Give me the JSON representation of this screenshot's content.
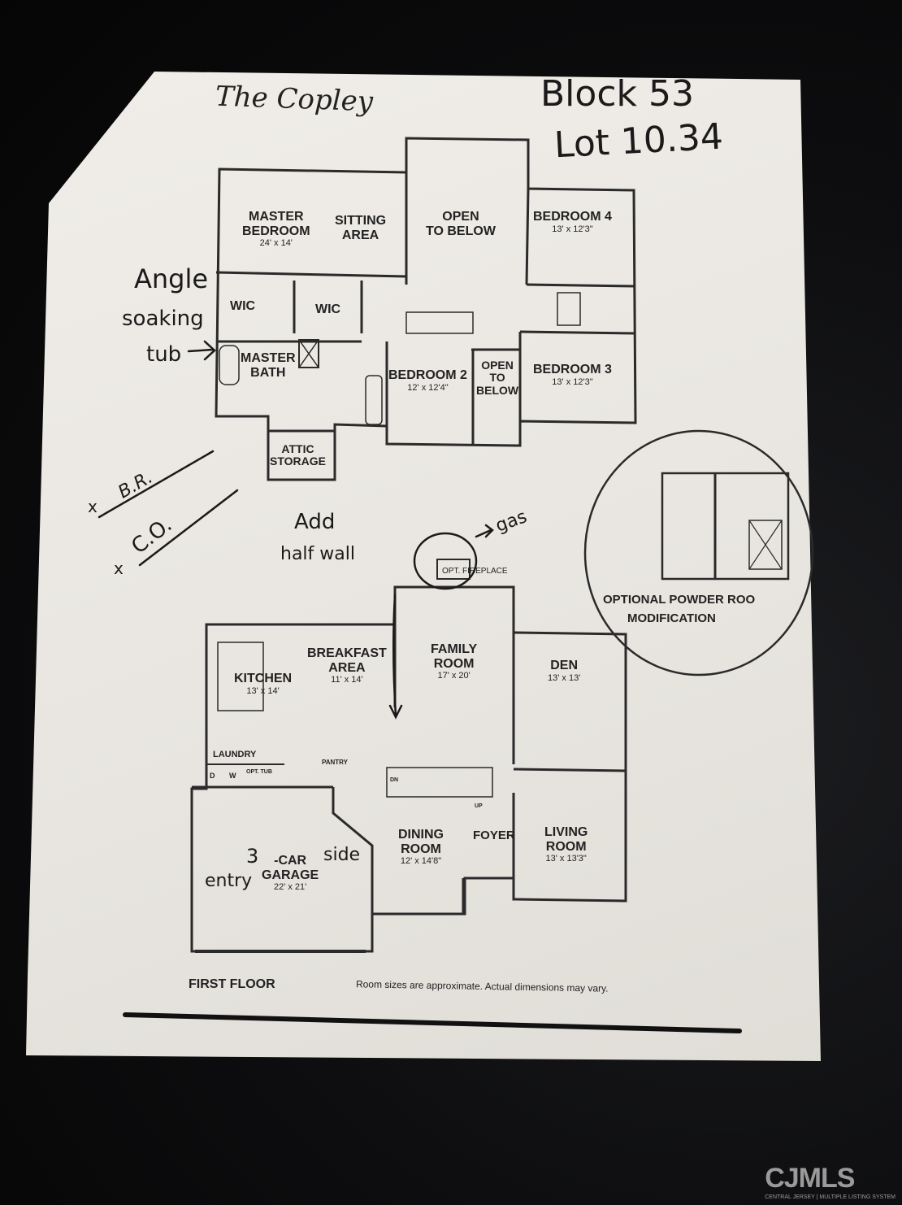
{
  "title": "The Copley",
  "handwritten": {
    "block": "Block 53",
    "lot": "Lot 10.34",
    "angle": "Angle",
    "soaking": "soaking",
    "tub": "tub",
    "br": "B.R.",
    "co": "C.O.",
    "x1": "x",
    "x2": "x",
    "add": "Add",
    "half_wall": "half wall",
    "gas": "gas",
    "three": "3",
    "side": "side",
    "entry": "entry"
  },
  "second_floor": {
    "rooms": [
      {
        "name": "MASTER\nBEDROOM",
        "dim": "24' x 14'"
      },
      {
        "name": "SITTING\nAREA",
        "dim": ""
      },
      {
        "name": "OPEN\nTO BELOW",
        "dim": ""
      },
      {
        "name": "BEDROOM 4",
        "dim": "13' x 12'3\""
      },
      {
        "name": "WIC",
        "dim": ""
      },
      {
        "name": "WIC",
        "dim": ""
      },
      {
        "name": "MASTER\nBATH",
        "dim": ""
      },
      {
        "name": "BEDROOM 2",
        "dim": "12' x 12'4\""
      },
      {
        "name": "OPEN\nTO\nBELOW",
        "dim": ""
      },
      {
        "name": "BEDROOM 3",
        "dim": "13' x 12'3\""
      },
      {
        "name": "ATTIC\nSTORAGE",
        "dim": ""
      }
    ]
  },
  "powder_room": {
    "label_1": "OPTIONAL POWDER ROO",
    "label_2": "MODIFICATION"
  },
  "first_floor": {
    "rooms": [
      {
        "name": "KITCHEN",
        "dim": "13' x 14'"
      },
      {
        "name": "BREAKFAST\nAREA",
        "dim": "11' x 14'"
      },
      {
        "name": "FAMILY\nROOM",
        "dim": "17' x 20'"
      },
      {
        "name": "DEN",
        "dim": "13' x 13'"
      },
      {
        "name": "LAUNDRY",
        "dim": ""
      },
      {
        "name": "PANTRY",
        "dim": ""
      },
      {
        "name": "-CAR\nGARAGE",
        "dim": "22' x 21'"
      },
      {
        "name": "DINING\nROOM",
        "dim": "12' x 14'8\""
      },
      {
        "name": "FOYER",
        "dim": ""
      },
      {
        "name": "LIVING\nROOM",
        "dim": "13' x 13'3\""
      }
    ],
    "opt_fireplace": "OPT. FIREPLACE",
    "laundry_d": "D",
    "laundry_w": "W",
    "opt_tub": "OPT. TUB",
    "stair_dn": "DN",
    "stair_up": "UP"
  },
  "footer": {
    "floor_label": "FIRST FLOOR",
    "note": "Room sizes are approximate. Actual dimensions may vary."
  },
  "watermark": {
    "brand": "CJMLS",
    "sub": "CENTRAL JERSEY | MULTIPLE LISTING SYSTEM"
  }
}
